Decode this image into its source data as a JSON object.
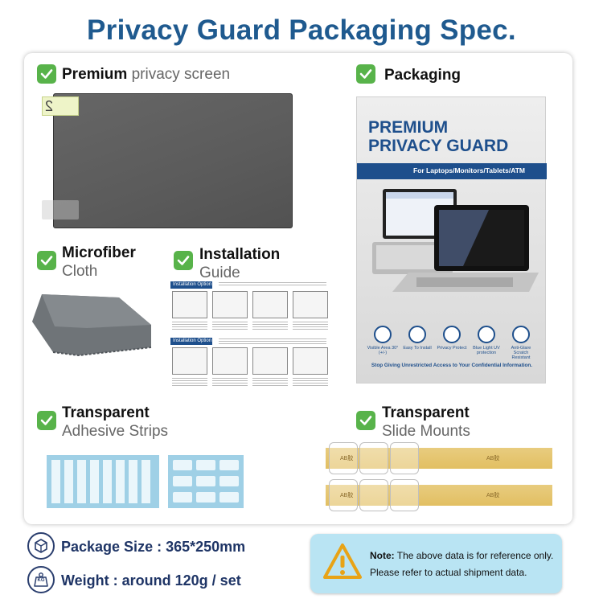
{
  "title": "Privacy Guard Packaging Spec.",
  "sections": {
    "premium": {
      "bold": "Premium",
      "light": "privacy screen"
    },
    "packaging": {
      "bold": "Packaging"
    },
    "microfiber": {
      "bold": "Microfiber",
      "light": "Cloth"
    },
    "installation": {
      "bold": "Installation",
      "light": "Guide"
    },
    "strips": {
      "bold": "Transparent",
      "light": "Adhesive Strips"
    },
    "mounts": {
      "bold": "Transparent",
      "light": "Slide Mounts"
    }
  },
  "box": {
    "line1": "PREMIUM",
    "line2": "PRIVACY GUARD",
    "strip": "For Laptops/Monitors/Tablets/ATM",
    "features": [
      "Visible Area 30°(+/-)",
      "Easy To Install",
      "Privacy Protect",
      "Blue Light UV protection",
      "Anti-Glare Scratch Resistant"
    ],
    "footer": "Stop Giving Unrestricted Access to Your Confidential Information."
  },
  "guide": {
    "option1": "Installation Option 1",
    "option2": "Installation Option 2"
  },
  "mount_print": "AB胶",
  "package_size": "Package Size : 365*250mm",
  "weight": "Weight : around 120g / set",
  "weight_icon_text": "KG",
  "note": {
    "label": "Note:",
    "line1": " The above data is for reference only.",
    "line2": "Please refer to actual shipment data."
  },
  "colors": {
    "title": "#1f5a8f",
    "check": "#58b34a",
    "note_bg": "#b9e4f3",
    "brand": "#1e4f8c"
  }
}
